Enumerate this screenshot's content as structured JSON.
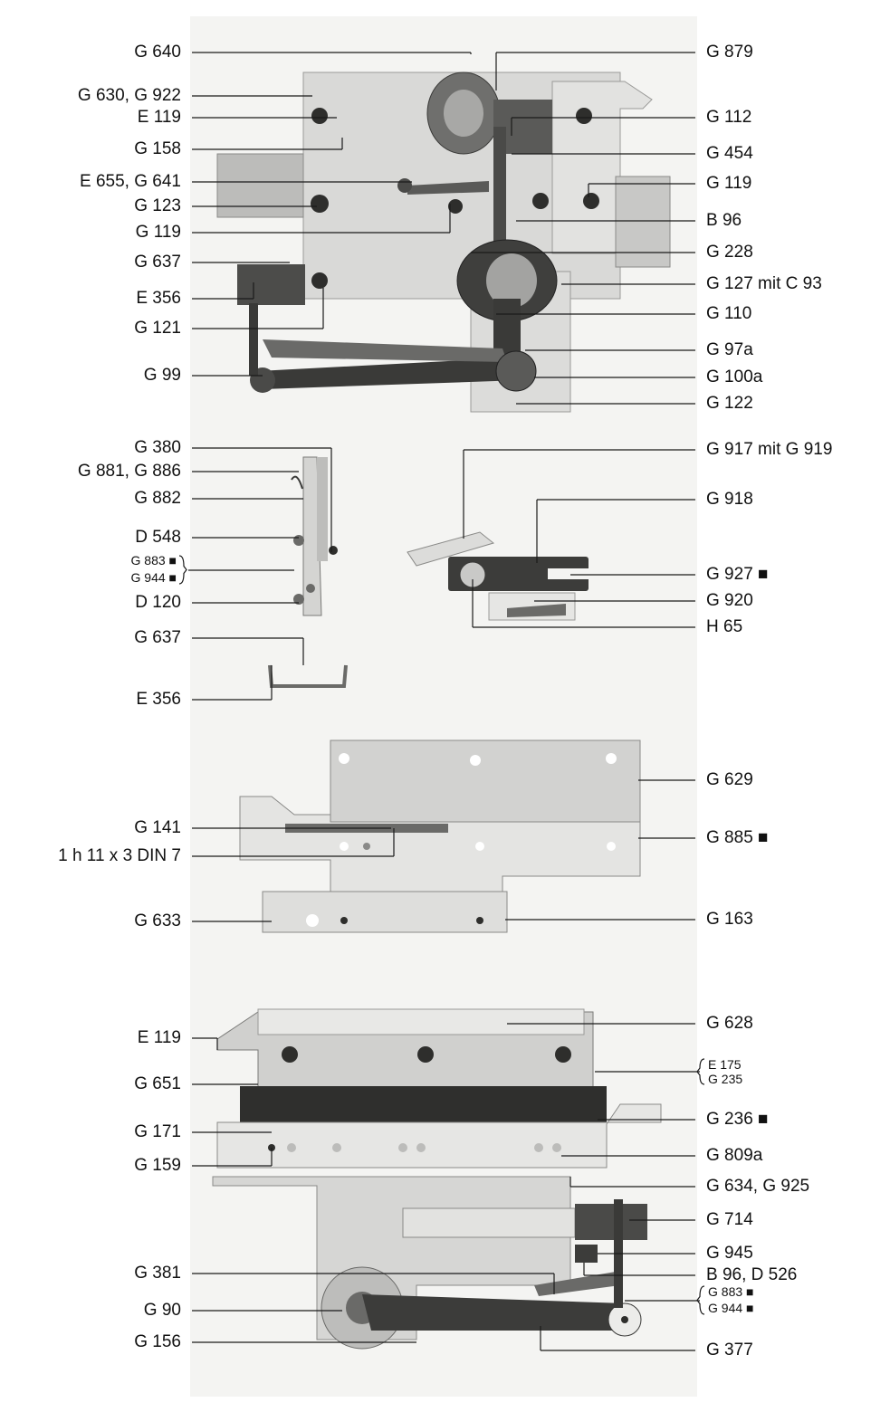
{
  "left_labels": [
    "G 640",
    "G 630, G 922",
    "E 119",
    "G 158",
    "E 655, G 641",
    "G 123",
    "G 119",
    "G 637",
    "E 356",
    "G 121",
    "G 99",
    "G 380",
    "G 881, G 886",
    "G 882",
    "D 548",
    "G 883 ■",
    "G 944 ■",
    "D 120",
    "G 637",
    "E 356",
    "G 141",
    "1 h 11 x 3 DIN 7",
    "G 633",
    "E 119",
    "G 651",
    "G 171",
    "G 159",
    "G 381",
    "G 90",
    "G 156"
  ],
  "right_labels": [
    "G 879",
    "G 112",
    "G 454",
    "G 119",
    "B 96",
    "G 228",
    "G 127 mit C 93",
    "G 110",
    "G 97a",
    "G 100a",
    "G 122",
    "G 917 mit G 919",
    "G 918",
    "G 927 ■",
    "G 920",
    "H 65",
    "G 629",
    "G 885 ■",
    "G 163",
    "G 628",
    "E 175",
    "G 235",
    "G 236 ■",
    "G 809a",
    "G 634, G 925",
    "G 714",
    "G 945",
    "B 96, D 526",
    "G 883 ■",
    "G 944 ■",
    "G 377"
  ]
}
